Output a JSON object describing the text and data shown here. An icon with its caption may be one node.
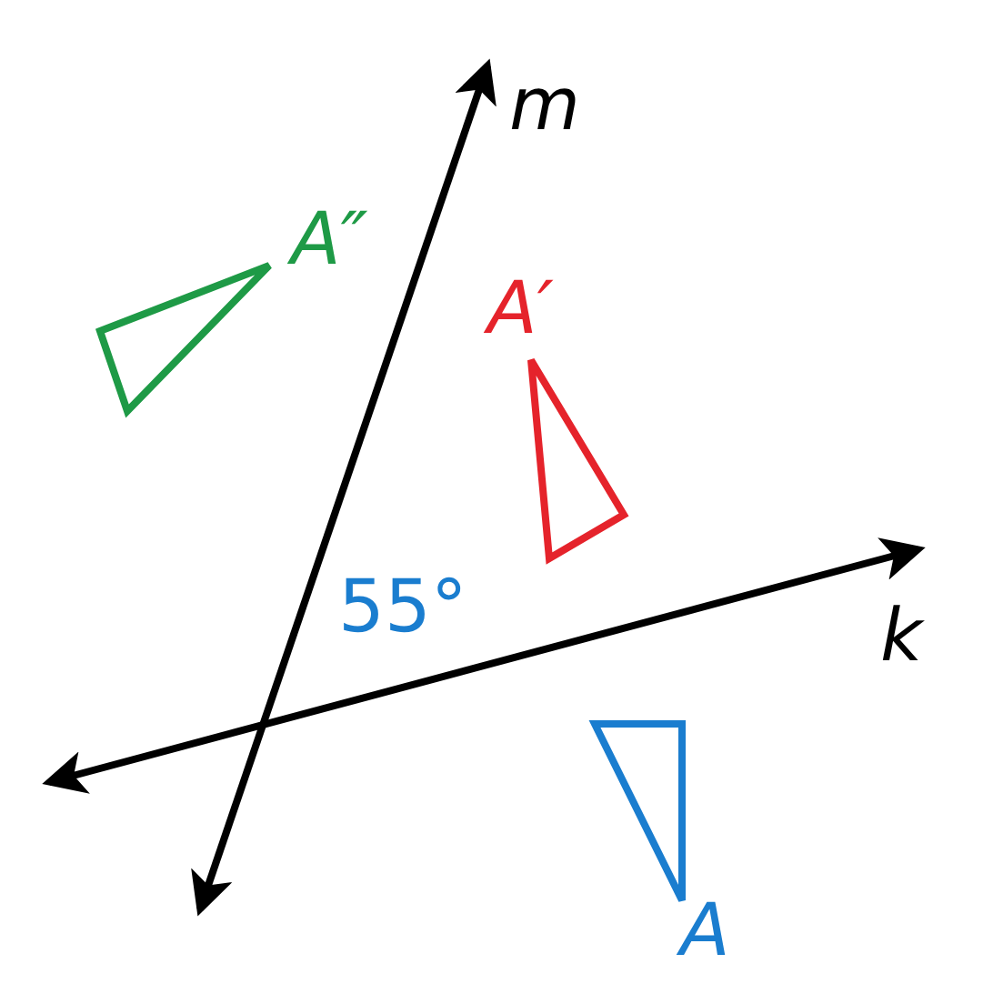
{
  "diagram": {
    "nodes": [
      {
        "text": [],
        "shape": "triangle",
        "beside": [
          "A″"
        ]
      },
      {
        "text": [],
        "shape": "triangle",
        "beside": [
          "A′"
        ]
      },
      {
        "text": [],
        "shape": "triangle",
        "beside": [
          "A"
        ]
      }
    ],
    "labels": [
      "m",
      "55°",
      "k"
    ]
  }
}
